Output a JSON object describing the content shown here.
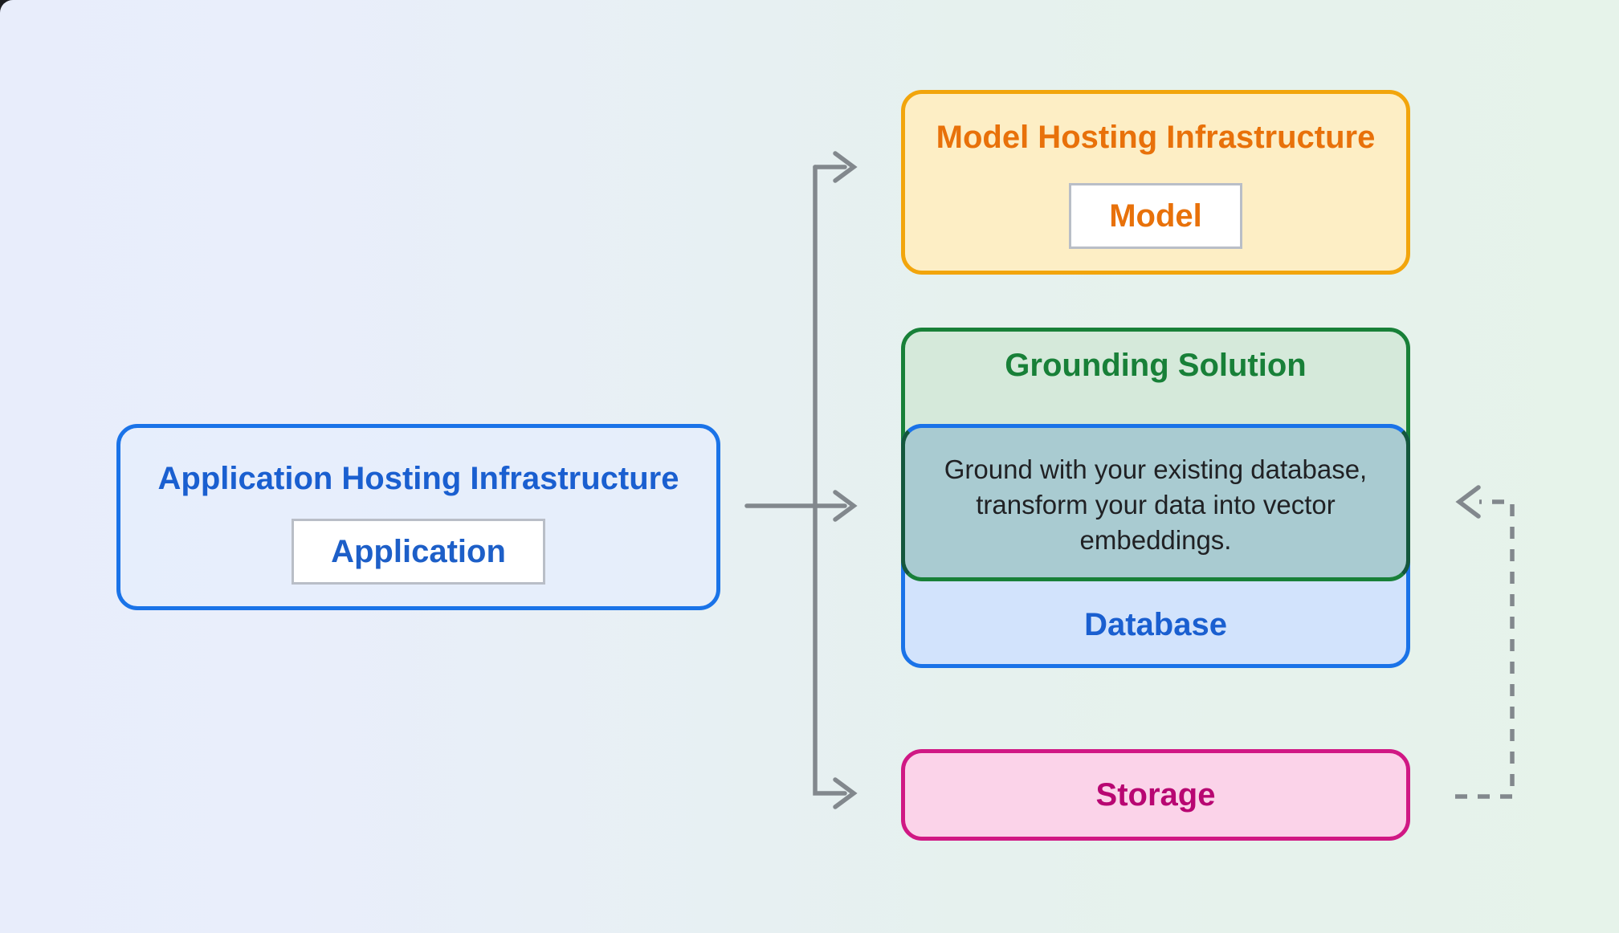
{
  "diagram": {
    "app_hosting": {
      "title": "Application Hosting Infrastructure",
      "node": "Application"
    },
    "model_hosting": {
      "title": "Model Hosting Infrastructure",
      "node": "Model"
    },
    "grounding": {
      "title": "Grounding Solution",
      "description": "Ground with your existing database, transform your data into vector embeddings."
    },
    "database": {
      "label": "Database"
    },
    "storage": {
      "label": "Storage"
    }
  },
  "palette": {
    "background_left": "#e8edfb",
    "background_right": "#e6f3ea",
    "blue_border": "#1a73e8",
    "blue_text": "#1a5fd0",
    "blue_fill": "#d2e3fc",
    "orange_border": "#f2a50c",
    "orange_text": "#e8710a",
    "yellow_fill": "#fdeec5",
    "green_border": "#188038",
    "green_fill": "#d5e9da",
    "overlap_fill": "#a9cbd1",
    "pink_border": "#d01884",
    "pink_text": "#b80672",
    "pink_fill": "#fbd3e9",
    "arrow_gray": "#82888d",
    "description_text": "#202124"
  }
}
